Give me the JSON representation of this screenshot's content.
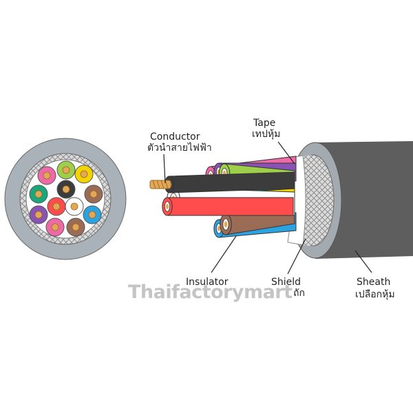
{
  "labels": {
    "conductor_en": "Conductor",
    "conductor_th": "ตัวนำสายไฟฟ้า",
    "tape_en": "Tape",
    "tape_th": "เทปหุ้ม",
    "insulator_en": "Insulator",
    "shield_en": "Shield",
    "shield_th": "ถัก",
    "sheath_en": "Sheath",
    "sheath_th": "เปลือกหุ้ม"
  },
  "watermark": "Thaifactorymart",
  "colors": {
    "sheath": "#5e5e5e",
    "sheath_end": "#a3abb1",
    "shield": "#d6d6d6",
    "tape": "#ffffff",
    "copper": "#e3a857",
    "wires": [
      "#ee6aa7",
      "#9ecf4b",
      "#8a52b3",
      "#1aa77c",
      "#ff4d4d",
      "#f3d400",
      "#2aa3e0",
      "#9a6b55",
      "#3c3c3c",
      "#ffffff"
    ]
  }
}
